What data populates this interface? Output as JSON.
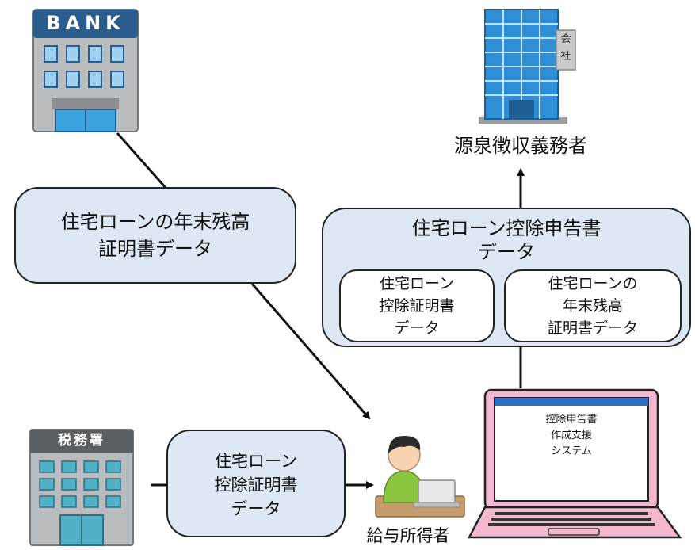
{
  "bank": {
    "sign": "BANK"
  },
  "company": {
    "sign_1": "会",
    "sign_2": "社",
    "label": "源泉徴収義務者"
  },
  "tax_office": {
    "sign": "税務署"
  },
  "box_bank_data": {
    "line1": "住宅ローンの年末残高",
    "line2": "証明書データ"
  },
  "box_deduction_form": {
    "line1": "住宅ローン控除申告書",
    "line2": "データ",
    "left_inner": {
      "line1": "住宅ローン",
      "line2": "控除証明書",
      "line3": "データ"
    },
    "right_inner": {
      "line1": "住宅ローンの",
      "line2": "年末残高",
      "line3": "証明書データ"
    }
  },
  "box_tax_data": {
    "line1": "住宅ローン",
    "line2": "控除証明書",
    "line3": "データ"
  },
  "person": {
    "label": "給与所得者"
  },
  "laptop": {
    "line1": "控除申告書",
    "line2": "作成支援",
    "line3": "システム"
  },
  "colors": {
    "box_fill": "#dde8f4",
    "bank_sign": "#2a5c8e",
    "building_wall": "#b8bcbf",
    "company_glass": "#2f8fd6",
    "laptop_pink": "#f3b8cf",
    "person_shirt": "#8cc63f"
  }
}
